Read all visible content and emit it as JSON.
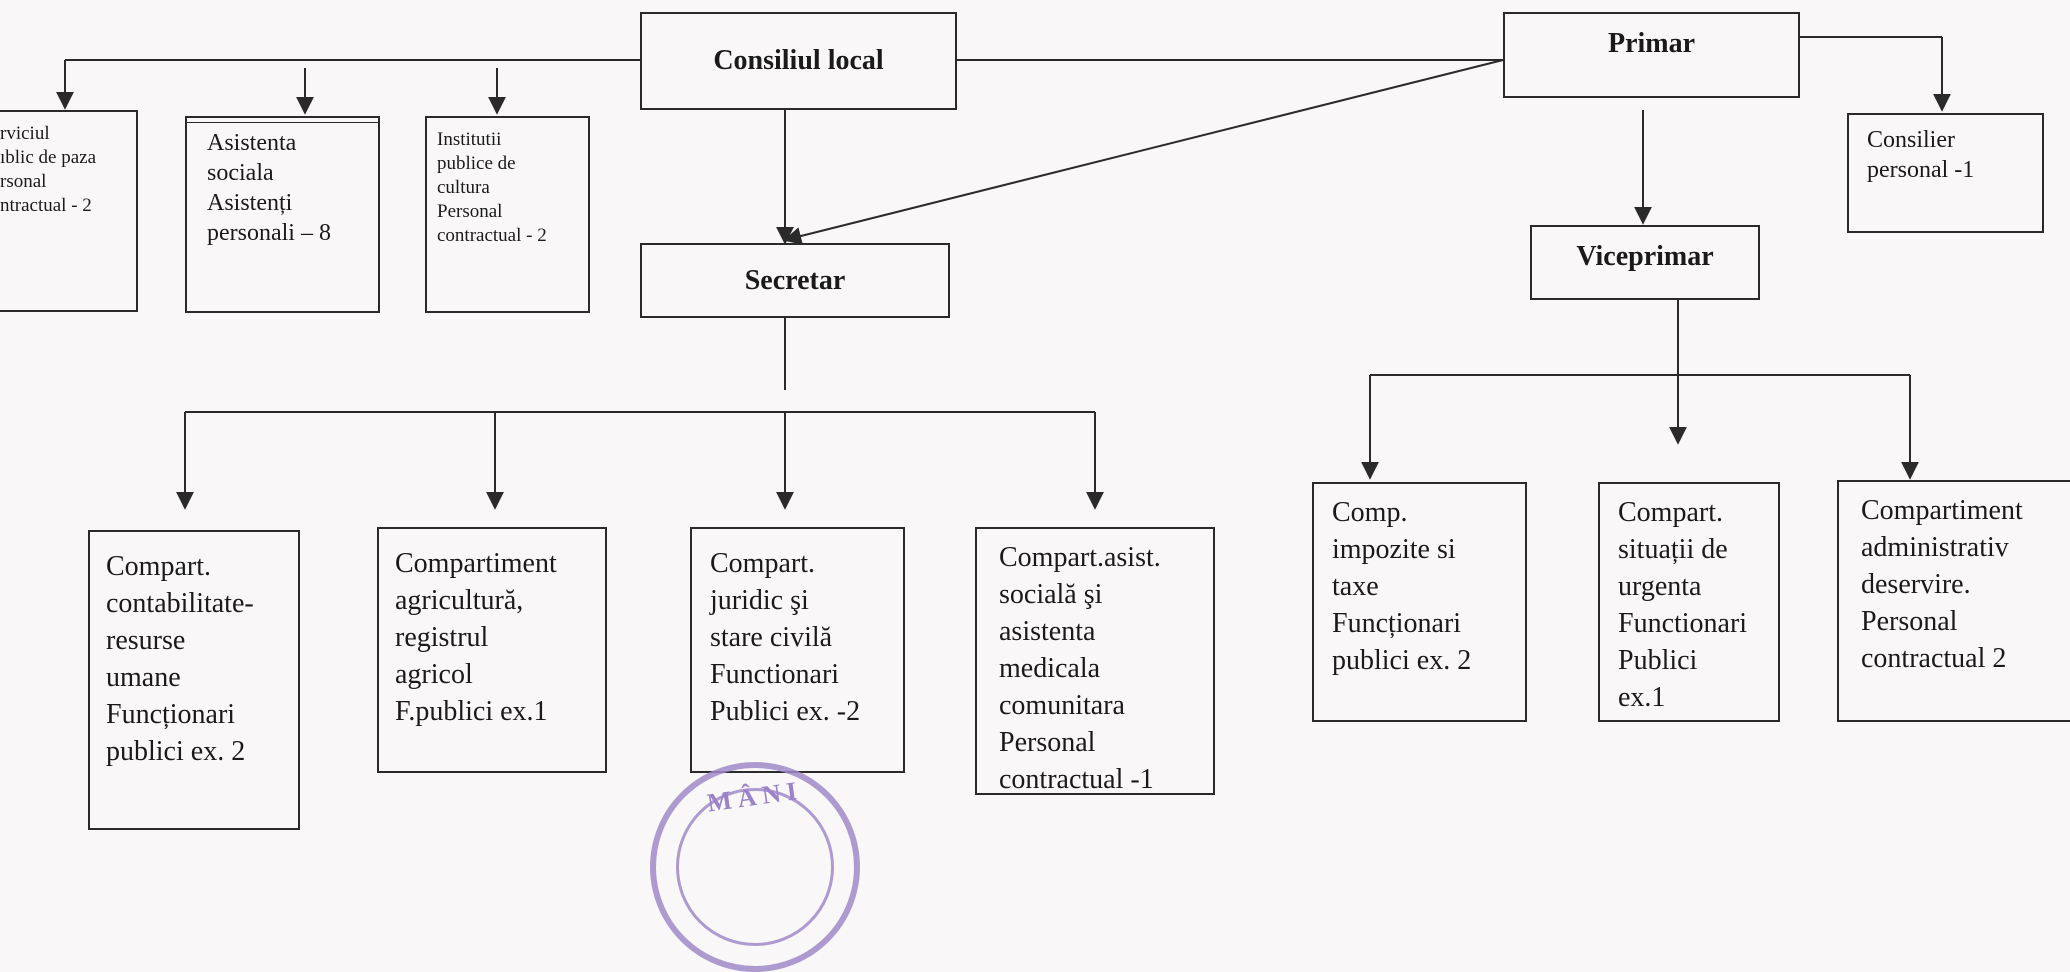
{
  "heads": {
    "consiliul": "Consiliul local",
    "primar": "Primar",
    "secretar": "Secretar",
    "viceprimar": "Viceprimar"
  },
  "left_units": {
    "serviciul": "rviciul\nıblic de paza\nrsonal\nntractual - 2",
    "asistenta": "Asistenta\nsociala\nAsistenți\npersonali – 8",
    "institutii": "Institutii\npublice de\ncultura\nPersonal\ncontractual - 2"
  },
  "consilier": "Consilier\npersonal -1",
  "secretar_units": [
    "Compart.\ncontabilitate-\nresurse\numane\nFuncționari\npublici ex. 2",
    "Compartiment\nagricultură,\nregistrul\nagricol\nF.publici ex.1",
    "Compart.\n juridic şi\nstare civilă\nFunctionari\nPublici ex. -2",
    "Compart.asist.\nsocială şi\nasistenta\nmedicala\ncomunitara\nPersonal\ncontractual -1"
  ],
  "vice_units": [
    "Comp.\nimpozite si\ntaxe\n Funcționari\npublici ex. 2",
    "Compart.\nsituații de\nurgenta\nFunctionari\nPublici\nex.1",
    "Compartiment\nadministrativ\ndeservire.\nPersonal\ncontractual 2"
  ],
  "stamp_text": "MÂNI",
  "colors": {
    "line": "#2a2a2a",
    "stamp": "#a08ac9"
  }
}
